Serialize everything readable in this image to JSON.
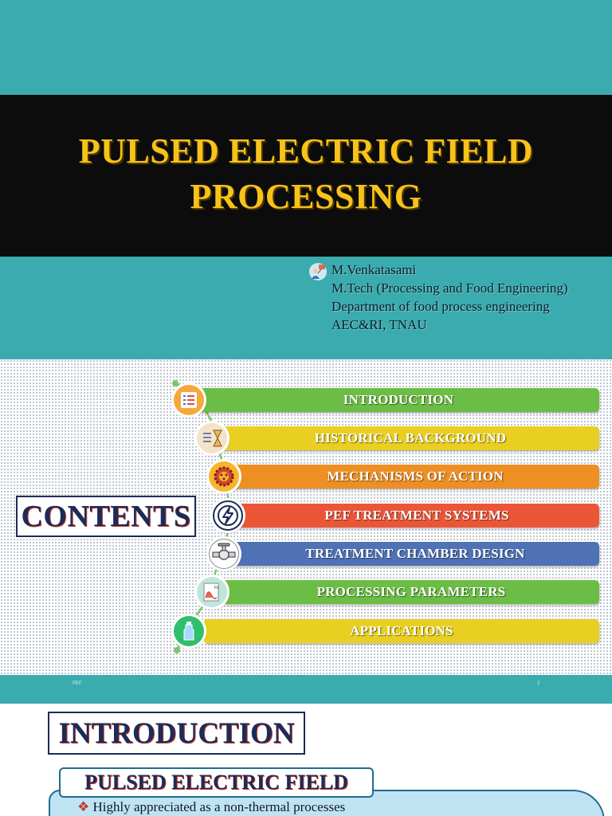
{
  "slide1": {
    "title_line1": "PULSED ELECTRIC FIELD",
    "title_line2": "PROCESSING",
    "author_lines": [
      "M.Venkatasami",
      "M.Tech (Processing and Food Engineering)",
      "Department of food process engineering",
      "AEC&RI, TNAU"
    ],
    "colors": {
      "background": "#3aabae",
      "band": "#0c0c0c",
      "title": "#f7c21a"
    }
  },
  "slide2": {
    "heading": "CONTENTS",
    "items": [
      {
        "label": "INTRODUCTION",
        "color": "#6cbd45",
        "icon": "list-icon"
      },
      {
        "label": "HISTORICAL BACKGROUND",
        "color": "#e9cf22",
        "icon": "hourglass-icon"
      },
      {
        "label": "MECHANISMS OF ACTION",
        "color": "#ee8f23",
        "icon": "gear-icon"
      },
      {
        "label": "PEF TREATMENT SYSTEMS",
        "color": "#eb5637",
        "icon": "lightning-icon"
      },
      {
        "label": "TREATMENT CHAMBER DESIGN",
        "color": "#4f71b5",
        "icon": "valve-icon"
      },
      {
        "label": "PROCESSING PARAMETERS",
        "color": "#6cbd45",
        "icon": "graph-icon"
      },
      {
        "label": "APPLICATIONS",
        "color": "#e9cf22",
        "icon": "bottle-icon"
      }
    ],
    "footer_left": "PEF",
    "footer_right": "2"
  },
  "slide3": {
    "heading": "INTRODUCTION",
    "subheading": "PULSED ELECTRIC FIELD",
    "bullet_mark": "❖",
    "bullet": "Highly appreciated as a non-thermal processes"
  }
}
